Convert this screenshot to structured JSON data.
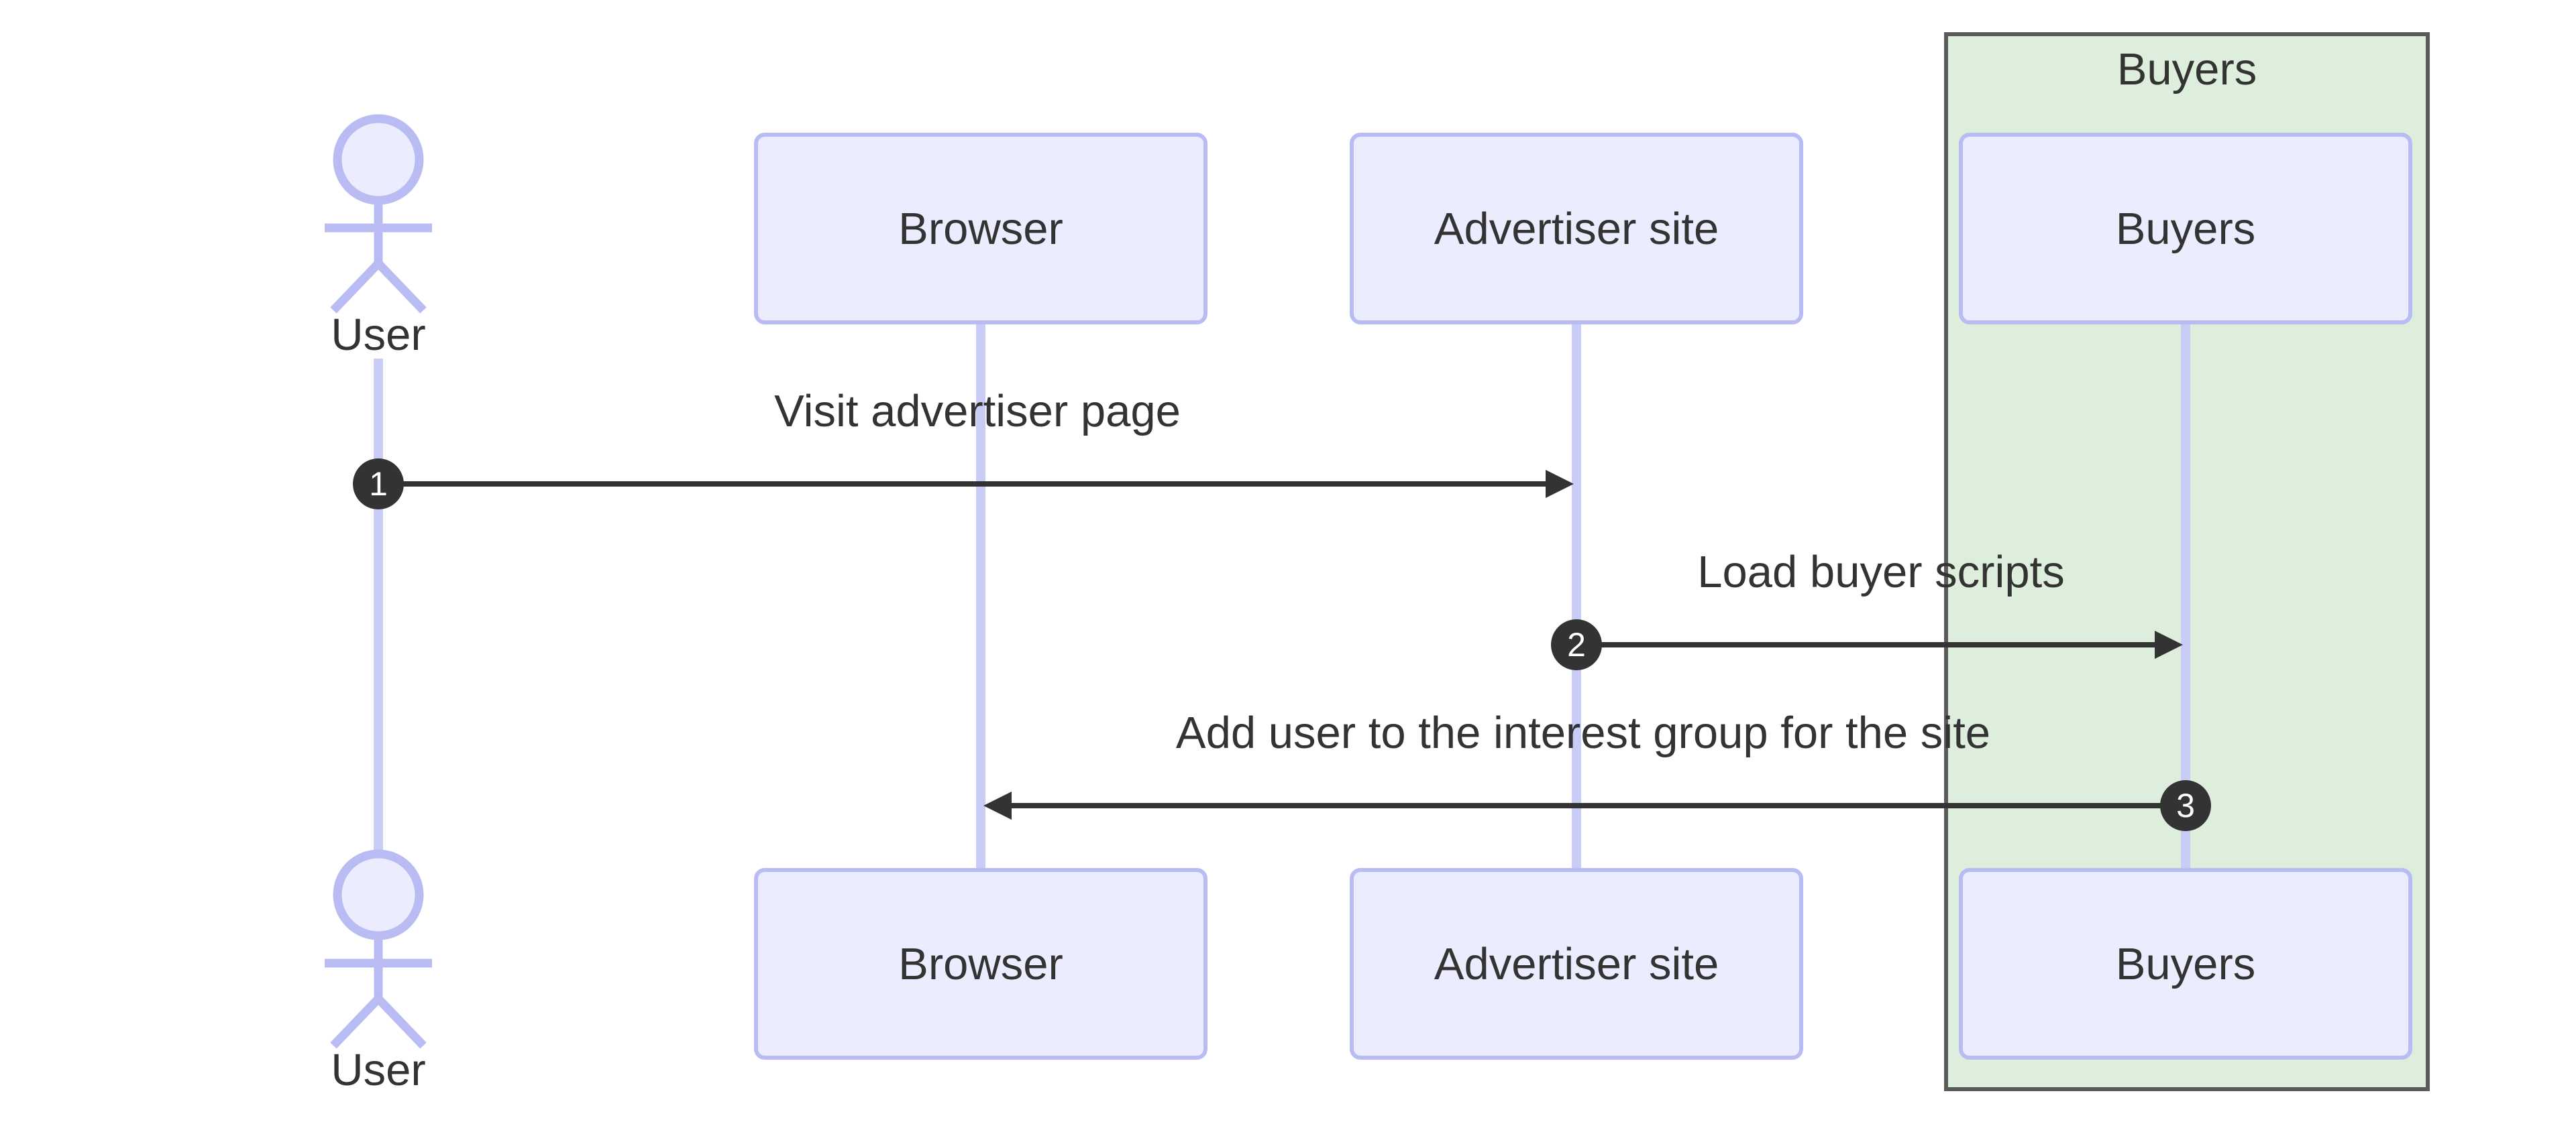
{
  "diagram_type": "sequence-diagram",
  "group": {
    "label": "Buyers"
  },
  "actors": {
    "user": {
      "label": "User",
      "type": "actor"
    },
    "browser": {
      "label": "Browser",
      "type": "participant"
    },
    "advertiser": {
      "label": "Advertiser site",
      "type": "participant"
    },
    "buyers": {
      "label": "Buyers",
      "type": "participant",
      "group": "Buyers"
    }
  },
  "messages": [
    {
      "num": "1",
      "label": "Visit advertiser page",
      "from": "user",
      "to": "advertiser"
    },
    {
      "num": "2",
      "label": "Load buyer scripts",
      "from": "advertiser",
      "to": "buyers"
    },
    {
      "num": "3",
      "label": "Add user to the interest group for the site",
      "from": "buyers",
      "to": "browser"
    }
  ],
  "colors": {
    "participant_fill": "#ECECFF",
    "participant_border": "#b8bcf2",
    "lifeline": "#c9ccf7",
    "group_fill": "#ddeedc",
    "group_border": "#5a5a5a",
    "text": "#333333",
    "arrow": "#333333",
    "sequence_number_fill": "#333333",
    "sequence_number_text": "#ffffff"
  }
}
